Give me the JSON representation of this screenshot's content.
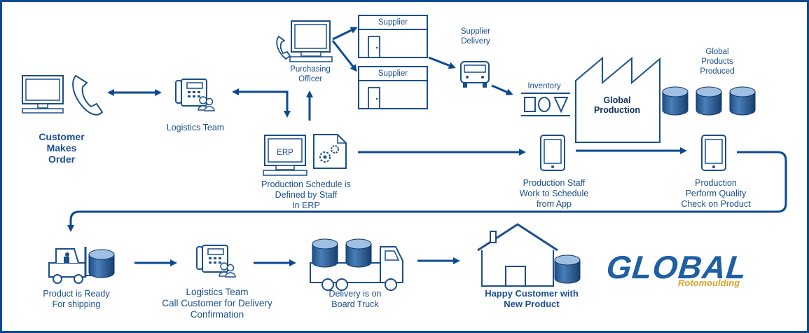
{
  "labels": {
    "customer": "Customer\nMakes\nOrder",
    "logistics_team": "Logistics Team",
    "purchasing_officer": "Purchasing\nOfficer",
    "supplier_1": "Supplier",
    "supplier_2": "Supplier",
    "supplier_delivery": "Supplier\nDelivery",
    "inventory": "Inventory",
    "global_production": "Global\nProduction",
    "global_products_produced": "Global\nProducts\nProduced",
    "erp_screen": "ERP",
    "production_schedule": "Production Schedule is\nDefined by Staff\nIn ERP",
    "production_staff": "Production Staff\nWork to Schedule\nfrom App",
    "quality_check": "Production\nPerform Quality\nCheck on Product",
    "ready_for_shipping": "Product is Ready\nFor shipping",
    "logistics_call": "Logistics Team\nCall Customer for Delivery\nConfirmation",
    "delivery_truck": "Delivery is on\nBoard Truck",
    "happy_customer": "Happy Customer with\nNew Product"
  },
  "logo": {
    "main": "GLOBAL",
    "sub": "Rotomoulding"
  },
  "colors": {
    "primary": "#0b4a93",
    "text": "#1a4f8b",
    "logo_blue": "#1f5fa3",
    "logo_gold": "#d4a52a"
  }
}
